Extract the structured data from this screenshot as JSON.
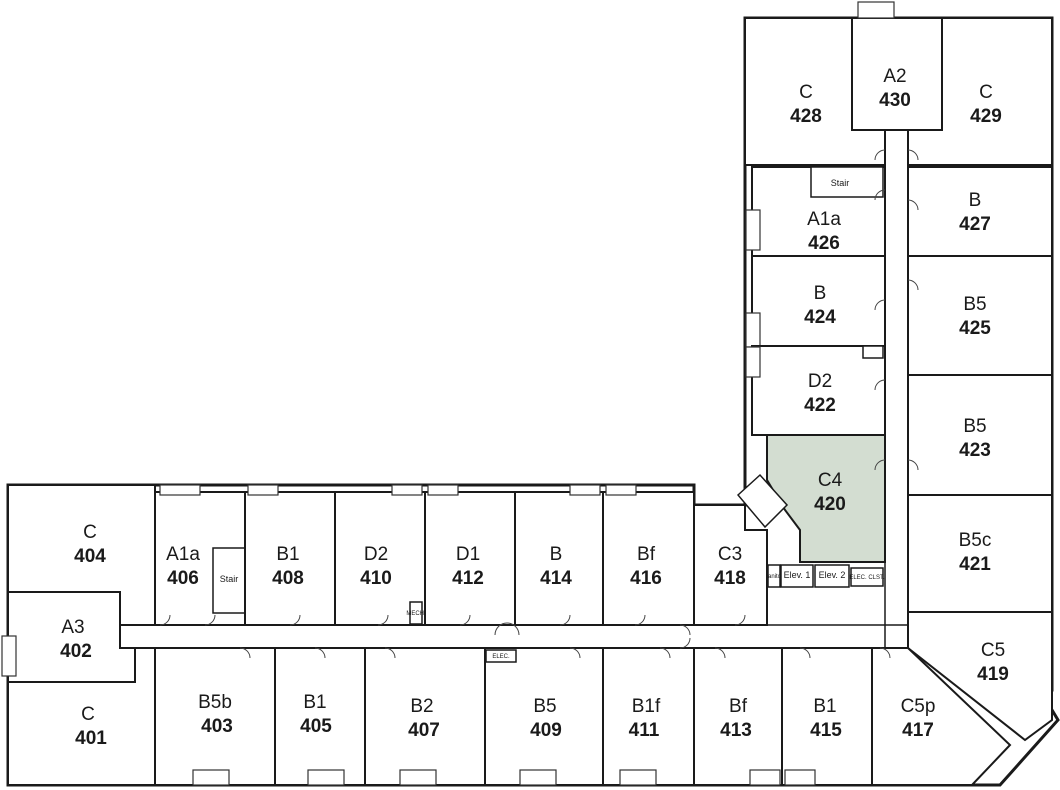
{
  "rooms": {
    "r428": {
      "type": "C",
      "num": "428"
    },
    "r430": {
      "type": "A2",
      "num": "430"
    },
    "r429": {
      "type": "C",
      "num": "429"
    },
    "r426": {
      "type": "A1a",
      "num": "426"
    },
    "r427": {
      "type": "B",
      "num": "427"
    },
    "r424": {
      "type": "B",
      "num": "424"
    },
    "r425": {
      "type": "B5",
      "num": "425"
    },
    "r422": {
      "type": "D2",
      "num": "422"
    },
    "r423": {
      "type": "B5",
      "num": "423"
    },
    "r420": {
      "type": "C4",
      "num": "420"
    },
    "r421": {
      "type": "B5c",
      "num": "421"
    },
    "r419": {
      "type": "C5",
      "num": "419"
    },
    "r404": {
      "type": "C",
      "num": "404"
    },
    "r406": {
      "type": "A1a",
      "num": "406"
    },
    "r408": {
      "type": "B1",
      "num": "408"
    },
    "r410": {
      "type": "D2",
      "num": "410"
    },
    "r412": {
      "type": "D1",
      "num": "412"
    },
    "r414": {
      "type": "B",
      "num": "414"
    },
    "r416": {
      "type": "Bf",
      "num": "416"
    },
    "r418": {
      "type": "C3",
      "num": "418"
    },
    "r402": {
      "type": "A3",
      "num": "402"
    },
    "r401": {
      "type": "C",
      "num": "401"
    },
    "r403": {
      "type": "B5b",
      "num": "403"
    },
    "r405": {
      "type": "B1",
      "num": "405"
    },
    "r407": {
      "type": "B2",
      "num": "407"
    },
    "r409": {
      "type": "B5",
      "num": "409"
    },
    "r411": {
      "type": "B1f",
      "num": "411"
    },
    "r413": {
      "type": "Bf",
      "num": "413"
    },
    "r415": {
      "type": "B1",
      "num": "415"
    },
    "r417": {
      "type": "C5p",
      "num": "417"
    }
  },
  "labels": {
    "stair_top": "Stair",
    "stair_left": "Stair",
    "elev1": "Elev. 1",
    "elev2": "Elev. 2",
    "elec_closet": "ELEC. CLST.",
    "elec_corridor": "ELEC.",
    "janitor": "Janitor",
    "mech": "MECH."
  },
  "colors": {
    "highlight": "#d3ddd1",
    "wall": "#1a1a1a"
  }
}
